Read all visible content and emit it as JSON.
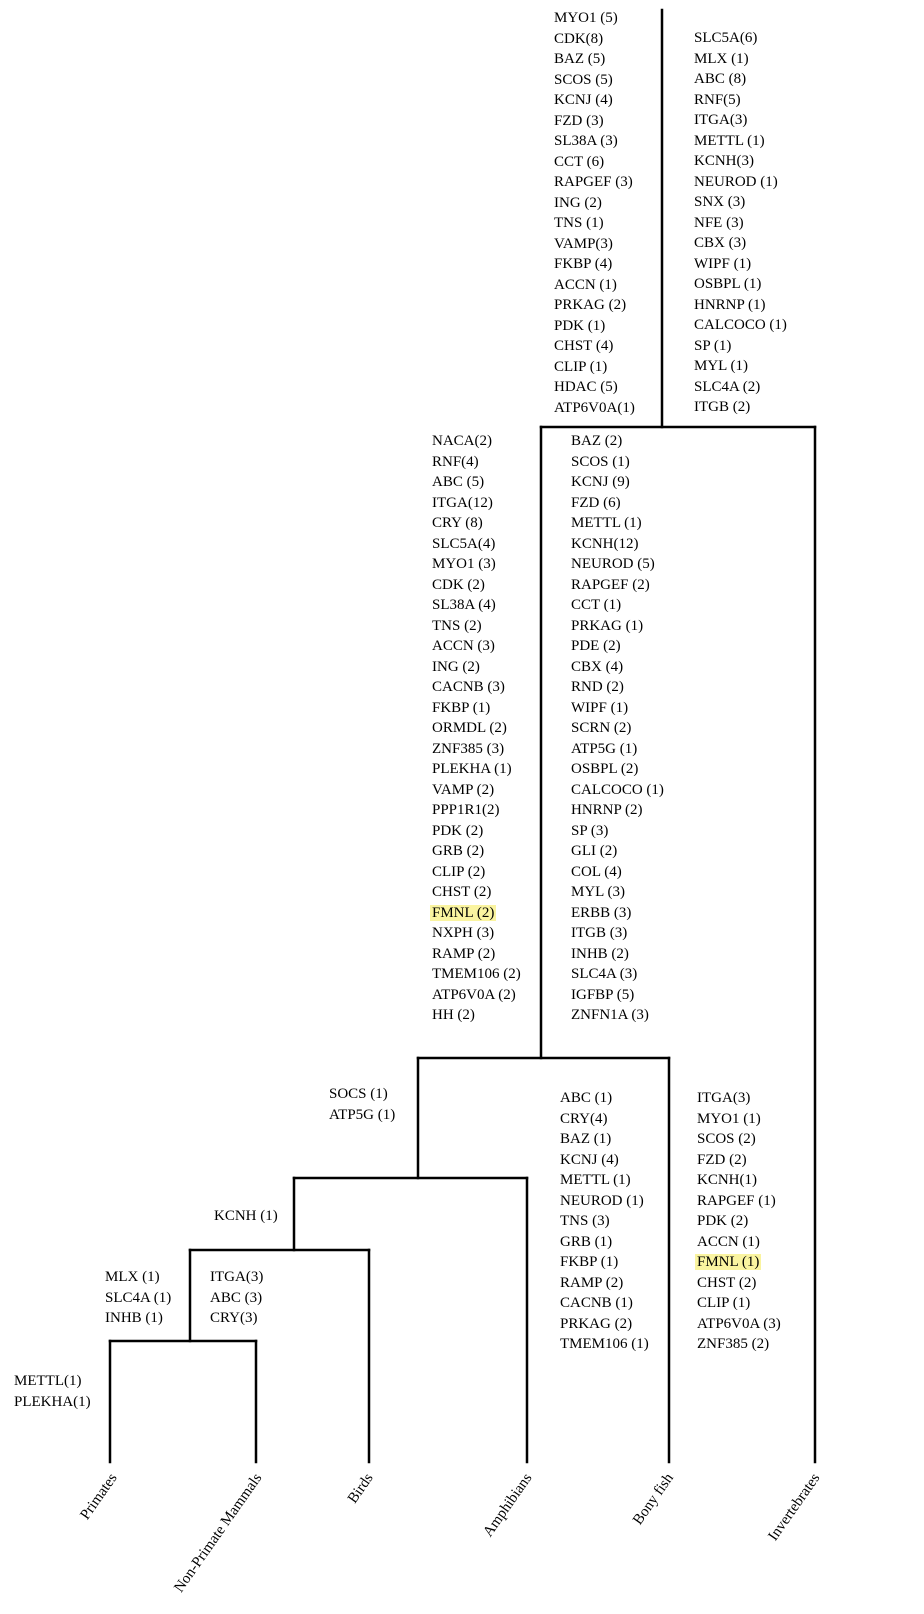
{
  "taxa": [
    "Primates",
    "Non-Primate Mammals",
    "Birds",
    "Amphibians",
    "Bony fish",
    "Invertebrates"
  ],
  "gene_groups": {
    "top_left": [
      "MYO1 (5)",
      "CDK(8)",
      "BAZ (5)",
      "SCOS (5)",
      "KCNJ (4)",
      "FZD (3)",
      "SL38A (3)",
      "CCT (6)",
      "RAPGEF (3)",
      "ING (2)",
      "TNS (1)",
      "VAMP(3)",
      "FKBP (4)",
      "ACCN (1)",
      "PRKAG (2)",
      "PDK (1)",
      "CHST (4)",
      "CLIP (1)",
      "HDAC (5)",
      "ATP6V0A(1)"
    ],
    "top_right": [
      "SLC5A(6)",
      "MLX (1)",
      "ABC (8)",
      "RNF(5)",
      "ITGA(3)",
      "METTL (1)",
      "KCNH(3)",
      "NEUROD (1)",
      "SNX (3)",
      "NFE (3)",
      "CBX (3)",
      "WIPF (1)",
      "OSBPL (1)",
      "HNRNP (1)",
      "CALCOCO (1)",
      "SP (1)",
      "MYL (1)",
      "SLC4A (2)",
      "ITGB (2)"
    ],
    "middle_left": [
      "NACA(2)",
      "RNF(4)",
      "ABC (5)",
      "ITGA(12)",
      "CRY (8)",
      "SLC5A(4)",
      "MYO1 (3)",
      "CDK (2)",
      "SL38A (4)",
      "TNS (2)",
      "ACCN (3)",
      "ING (2)",
      "CACNB (3)",
      "FKBP (1)",
      "ORMDL (2)",
      "ZNF385 (3)",
      "PLEKHA (1)",
      "VAMP (2)",
      "PPP1R1(2)",
      "PDK (2)",
      "GRB (2)",
      "CLIP (2)",
      "CHST (2)",
      "FMNL (2)",
      "NXPH (3)",
      "RAMP (2)",
      "TMEM106 (2)",
      "ATP6V0A (2)",
      "HH (2)"
    ],
    "middle_right": [
      "BAZ (2)",
      "SCOS (1)",
      "KCNJ (9)",
      "FZD (6)",
      "METTL (1)",
      "KCNH(12)",
      "NEUROD (5)",
      "RAPGEF (2)",
      "CCT (1)",
      "PRKAG (1)",
      "PDE (2)",
      "CBX (4)",
      "RND (2)",
      "WIPF (1)",
      "SCRN (2)",
      "ATP5G (1)",
      "OSBPL (2)",
      "CALCOCO (1)",
      "HNRNP (2)",
      "SP (3)",
      "GLI (2)",
      "COL (4)",
      "MYL (3)",
      "ERBB (3)",
      "ITGB (3)",
      "INHB (2)",
      "SLC4A (3)",
      "IGFBP (5)",
      "ZNFN1A (3)"
    ],
    "vertebrate_stem": [
      "SOCS (1)",
      "ATP5G (1)"
    ],
    "amphibians": [
      "ABC (1)",
      "CRY(4)",
      "BAZ (1)",
      "KCNJ (4)",
      "METTL (1)",
      "NEUROD (1)",
      "TNS (3)",
      "GRB (1)",
      "FKBP (1)",
      "RAMP (2)",
      "CACNB (1)",
      "PRKAG (2)",
      "TMEM106 (1)"
    ],
    "bony_fish": [
      "ITGA(3)",
      "MYO1 (1)",
      "SCOS (2)",
      "FZD (2)",
      "KCNH(1)",
      "RAPGEF (1)",
      "PDK (2)",
      "ACCN (1)",
      "FMNL (1)",
      "CHST (2)",
      "CLIP (1)",
      "ATP6V0A (3)",
      "ZNF385 (2)"
    ],
    "amniote_stem": [
      "KCNH (1)"
    ],
    "mammal_stem": [
      "MLX (1)",
      "SLC4A (1)",
      "INHB (1)"
    ],
    "birds": [
      "ITGA(3)",
      "ABC (3)",
      "CRY(3)"
    ],
    "primates": [
      "METTL(1)",
      "PLEKHA(1)"
    ]
  },
  "highlighted": [
    "FMNL (2)",
    "FMNL (1)"
  ],
  "colors": {
    "line": "#000000",
    "highlight": "#faf4a0"
  }
}
